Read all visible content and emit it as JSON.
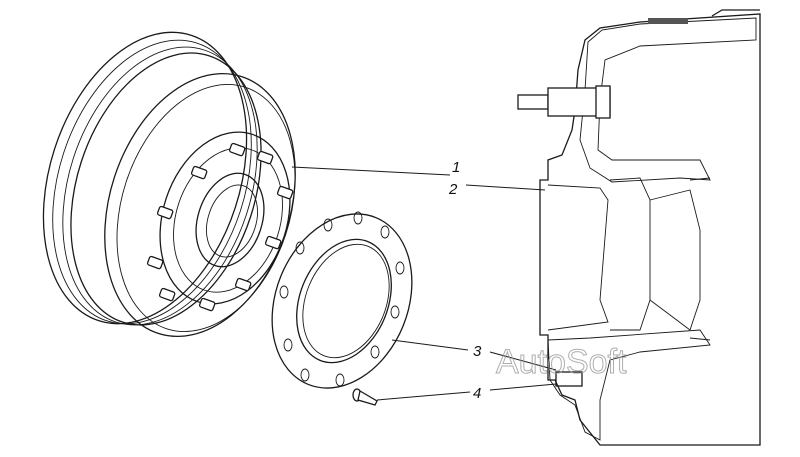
{
  "callouts": [
    {
      "id": "1",
      "label": "1"
    },
    {
      "id": "2",
      "label": "2"
    },
    {
      "id": "3",
      "label": "3"
    },
    {
      "id": "4",
      "label": "4"
    }
  ],
  "watermark": "AutoSoft",
  "parts": [
    "brake-drum-with-studs",
    "hub-section",
    "retaining-ring",
    "countersunk-screw"
  ]
}
